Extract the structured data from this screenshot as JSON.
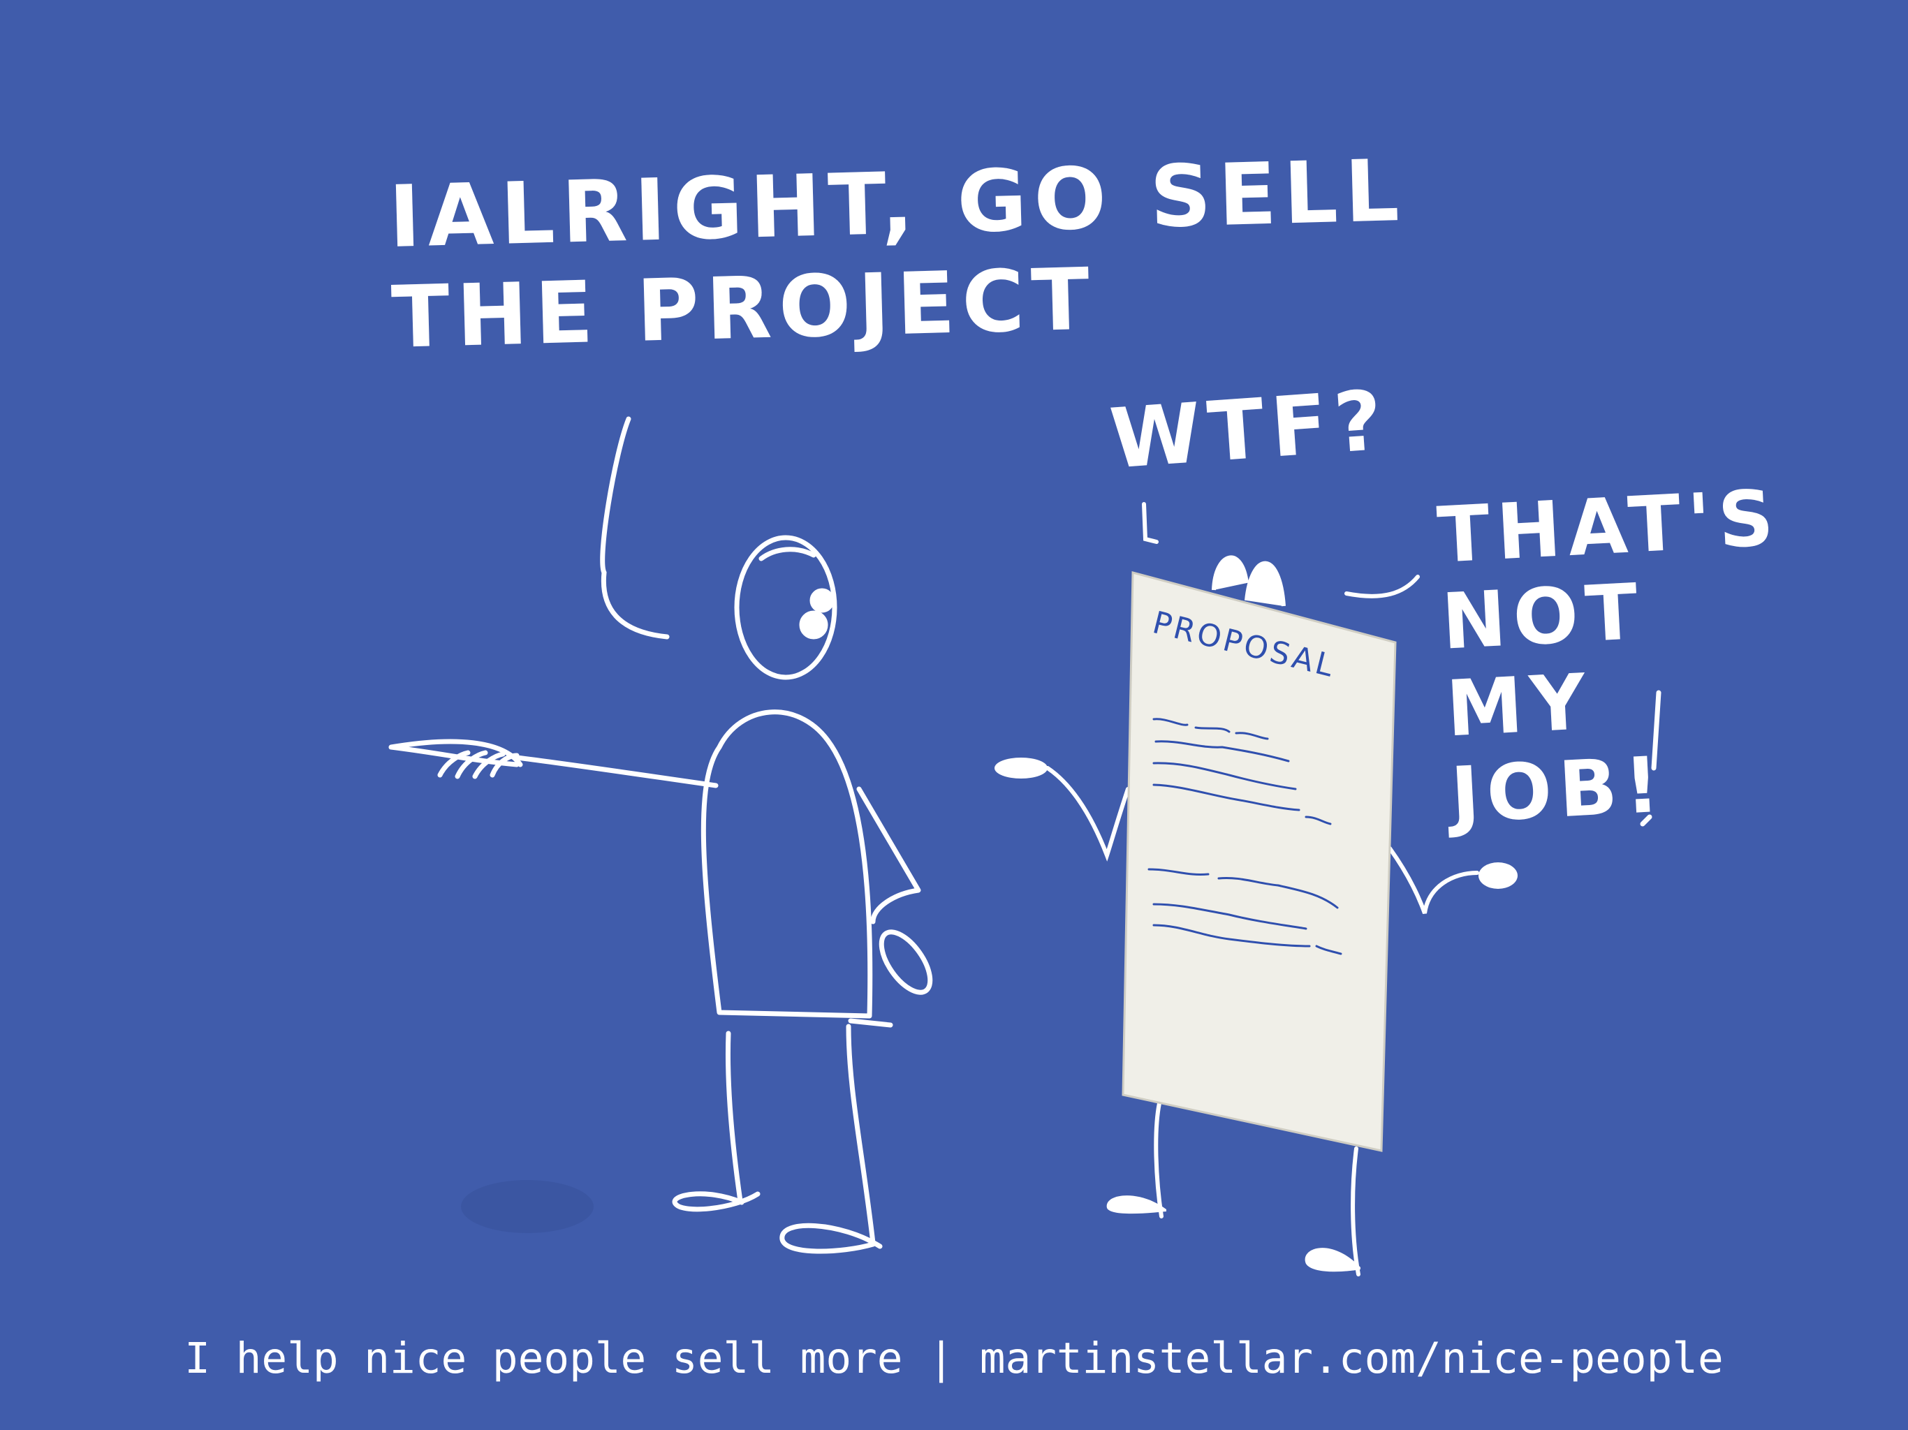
{
  "speech": {
    "boss": "IALRIGHT, GO SELL\nTHE PROJECT",
    "proposal_exclamation": "WTF?",
    "proposal_complaint": "THAT'S\nNOT\nMY\nJOB!"
  },
  "proposal": {
    "title": "PROPOSAL"
  },
  "footer": {
    "tagline": "I help nice people sell more | martinstellar.com/nice-people"
  },
  "colors": {
    "background": "#405cab",
    "ink": "#ffffff",
    "paper": "#f0efe8",
    "paper_ink": "#2f4fae"
  }
}
